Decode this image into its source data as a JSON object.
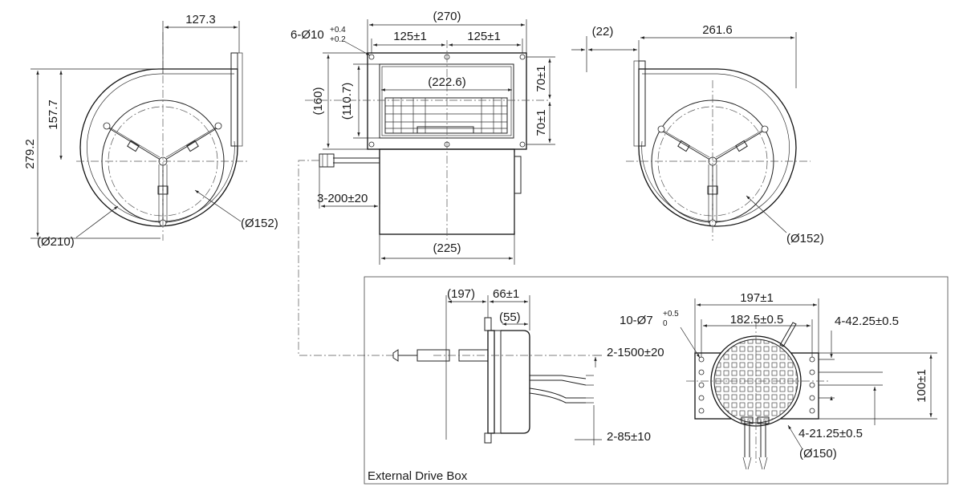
{
  "labels": {
    "left_width": "127.3",
    "left_height_a": "157.7",
    "left_height_b": "279.2",
    "left_dia_inner": "(Ø152)",
    "left_dia_outer": "(Ø210)",
    "front_total_width": "(270)",
    "front_half_a": "125±1",
    "front_half_b": "125±1",
    "front_holes": "6-Ø10",
    "front_holes_tol_upper": "+0.4",
    "front_holes_tol_lower": "+0.2",
    "front_outlet_width": "(222.6)",
    "front_outlet_height": "(110.7)",
    "front_flange_height": "(160)",
    "front_v_a": "70±1",
    "front_v_b": "70±1",
    "front_cable": "3-200±20",
    "front_body_width": "(225)",
    "right_offset": "(22)",
    "right_width": "261.6",
    "right_dia": "(Ø152)",
    "box_w1": "(197)",
    "box_w2": "66±1",
    "box_w3": "(55)",
    "box_cable_a": "2-1500±20",
    "box_cable_b": "2-85±10",
    "box_front_w": "197±1",
    "box_holes": "10-Ø7",
    "box_holes_tol_upper": "+0.5",
    "box_holes_tol_lower": "0",
    "box_inner_w": "182.5±0.5",
    "box_slot_a": "4-42.25±0.5",
    "box_slot_b": "4-21.25±0.5",
    "box_height": "100±1",
    "box_dia": "(Ø150)",
    "box_caption": "External Drive Box"
  }
}
